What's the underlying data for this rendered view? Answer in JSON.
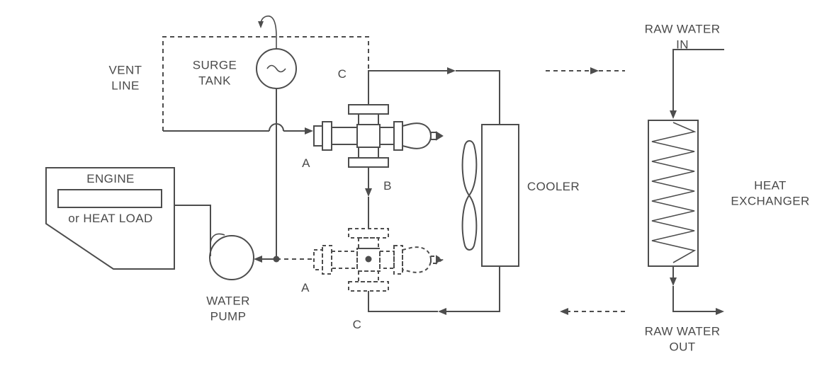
{
  "labels": {
    "vent_line": [
      "VENT",
      "LINE"
    ],
    "surge_tank": [
      "SURGE",
      "TANK"
    ],
    "engine": "ENGINE",
    "heat_load": "or HEAT LOAD",
    "water_pump": [
      "WATER",
      "PUMP"
    ],
    "cooler": "COOLER",
    "heat_exchanger": [
      "HEAT",
      "EXCHANGER"
    ],
    "raw_water_in": [
      "RAW WATER",
      "IN"
    ],
    "raw_water_out": [
      "RAW WATER",
      "OUT"
    ]
  },
  "ports": {
    "valve_upper_a": "A",
    "valve_upper_b": "B",
    "valve_upper_c": "C",
    "valve_lower_a": "A",
    "valve_lower_c": "C"
  },
  "colors": {
    "line": "#4d4d4d",
    "background": "#ffffff"
  }
}
